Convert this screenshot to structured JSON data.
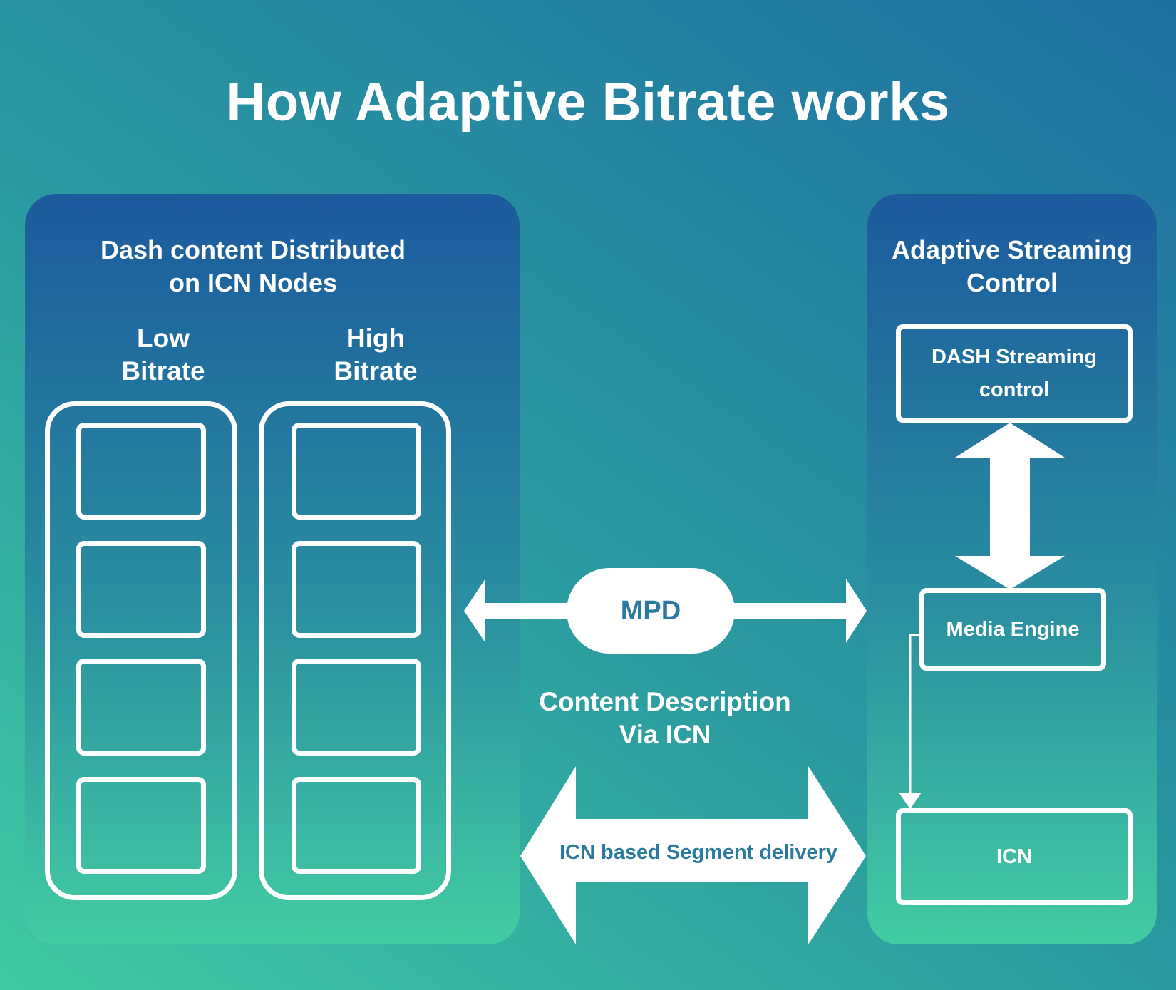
{
  "title": "How Adaptive Bitrate works",
  "left_panel": {
    "title_line1": "Dash content Distributed",
    "title_line2": "on ICN Nodes",
    "low_line1": "Low",
    "low_line2": "Bitrate",
    "high_line1": "High",
    "high_line2": "Bitrate"
  },
  "right_panel": {
    "title_line1": "Adaptive Streaming",
    "title_line2": "Control",
    "dash_control_line1": "DASH Streaming",
    "dash_control_line2": "control",
    "media_engine": "Media Engine",
    "icn": "ICN"
  },
  "middle": {
    "mpd": "MPD",
    "description_line1": "Content Description",
    "description_line2": "Via ICN",
    "segment_delivery": "ICN based Segment delivery"
  },
  "colors": {
    "accent_text": "#2a7aa0",
    "white": "#ffffff"
  }
}
